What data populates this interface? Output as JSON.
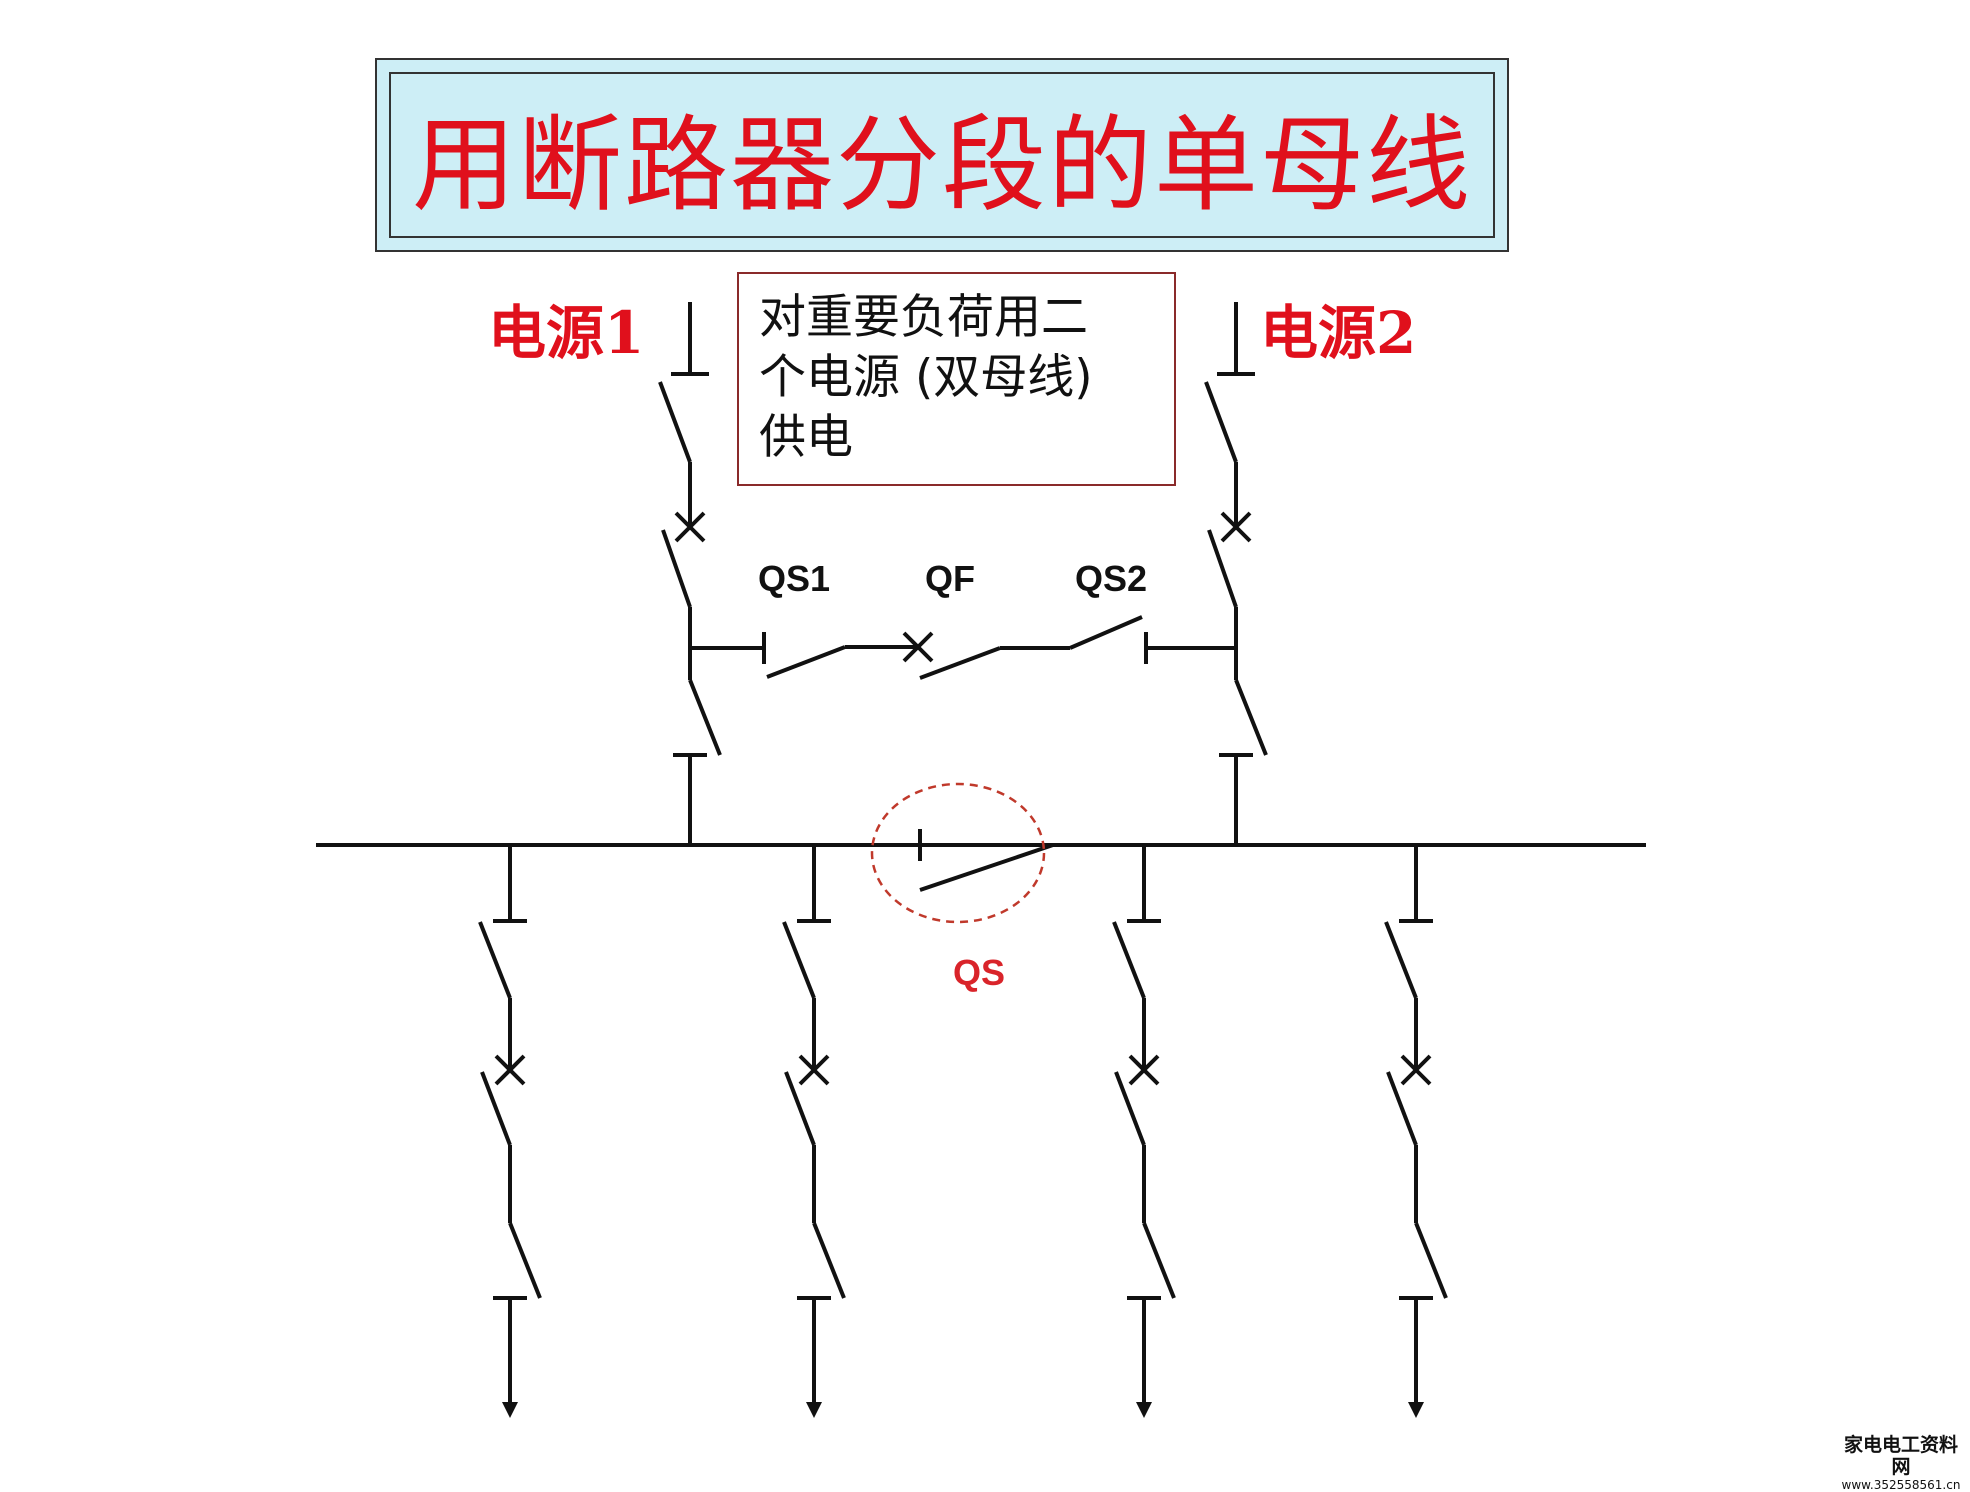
{
  "title": "用断路器分段的单母线",
  "note": {
    "line1": "对重要负荷用二",
    "line2": "个电源 (双母线)",
    "line3": "供电"
  },
  "sources": {
    "source1": "电源1",
    "source2": "电源2"
  },
  "devices": {
    "qs1": "QS1",
    "qf": "QF",
    "qs2": "QS2",
    "qs": "QS"
  },
  "watermark": {
    "name": "家电电工资料网",
    "url": "www.352558561.cn"
  },
  "colors": {
    "title_red": "#e0101c",
    "title_bg": "#cdeef6",
    "line": "#111111",
    "qs_highlight": "#d9242a"
  }
}
